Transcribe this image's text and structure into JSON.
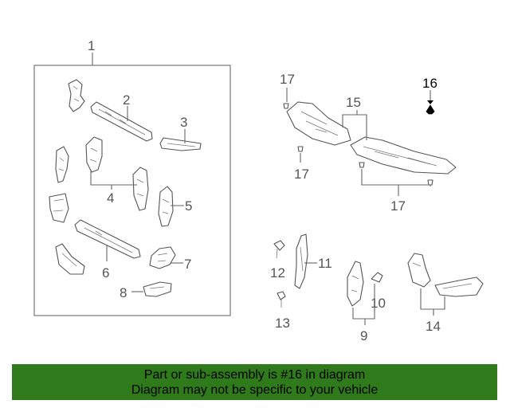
{
  "callouts": {
    "c1": "1",
    "c2": "2",
    "c3": "3",
    "c4": "4",
    "c5": "5",
    "c6": "6",
    "c7": "7",
    "c8": "8",
    "c9": "9",
    "c10": "10",
    "c11": "11",
    "c12": "12",
    "c13": "13",
    "c14": "14",
    "c15": "15",
    "c16": "16",
    "c17a": "17",
    "c17b": "17",
    "c17c": "17"
  },
  "highlighted_part": "16",
  "colors": {
    "banner_bg": "#2f7a1a",
    "line": "#666666",
    "text": "#555555"
  },
  "footer": {
    "line1": "Part or sub-assembly is #16 in diagram",
    "line2": "Diagram may not be specific to your vehicle"
  }
}
